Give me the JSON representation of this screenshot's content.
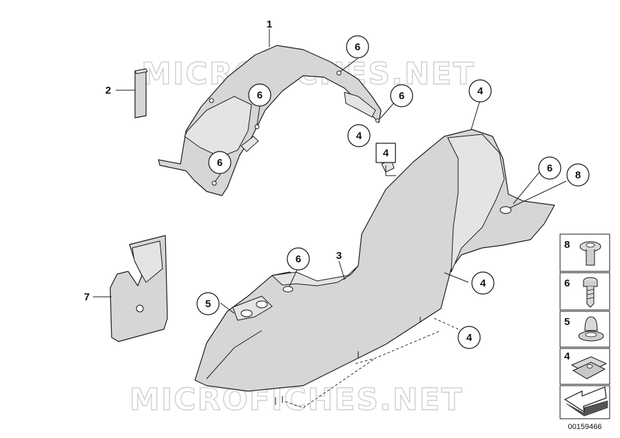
{
  "watermark": "MICROFICHES.NET",
  "diagram_id": "00159466",
  "callouts": {
    "c1": "1",
    "c2": "2",
    "c3": "3",
    "c4a": "4",
    "c4b": "4",
    "c4c": "4",
    "c4d": "4",
    "c4e": "4",
    "c5": "5",
    "c6a": "6",
    "c6b": "6",
    "c6c": "6",
    "c6d": "6",
    "c6e": "6",
    "c6f": "6",
    "c7": "7",
    "c8": "8"
  },
  "legend": [
    {
      "number": "8",
      "icon": "plug-icon"
    },
    {
      "number": "6",
      "icon": "screw-icon"
    },
    {
      "number": "5",
      "icon": "grommet-icon"
    },
    {
      "number": "4",
      "icon": "clip-nut-icon"
    },
    {
      "number": "",
      "icon": "arrow-icon"
    }
  ]
}
